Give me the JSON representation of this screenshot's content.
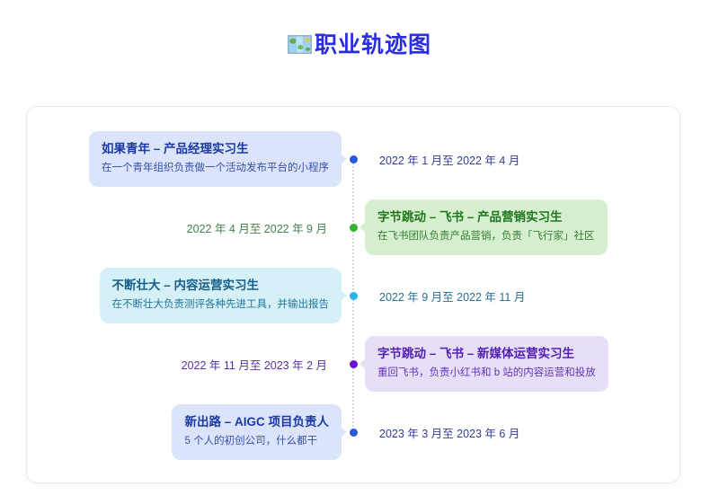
{
  "page": {
    "title": "职业轨迹图",
    "title_icon": "world-map",
    "accent_color": "#2a2ee0"
  },
  "timeline": {
    "entries": [
      {
        "side": "left",
        "theme": "blue",
        "title": "如果青年 – 产品经理实习生",
        "description": "在一个青年组织负责做一个活动发布平台的小程序",
        "date": "2022 年 1 月至 2022 年 4 月",
        "colors": {
          "card_bg": "#dbe4fb",
          "title": "#1c3aa5",
          "description": "#3a51a8",
          "dot": "#2d55e2",
          "date": "#333c99"
        }
      },
      {
        "side": "right",
        "theme": "green",
        "title": "字节跳动 – 飞书 – 产品营销实习生",
        "description": "在飞书团队负责产品营销，负责「飞行家」社区",
        "date": "2022 年 4 月至 2022 年 9 月",
        "colors": {
          "card_bg": "#d6efcf",
          "title": "#20761f",
          "description": "#367e36",
          "dot": "#32b432",
          "date": "#44804b"
        }
      },
      {
        "side": "left",
        "theme": "cyan",
        "title": "不断壮大 – 内容运营实习生",
        "description": "在不断壮大负责测评各种先进工具，并输出报告",
        "date": "2022 年 9 月至 2022 年 11 月",
        "colors": {
          "card_bg": "#d6f0f8",
          "title": "#145f88",
          "description": "#21789b",
          "dot": "#29b2e6",
          "date": "#276f90"
        }
      },
      {
        "side": "right",
        "theme": "purple",
        "title": "字节跳动 – 飞书 – 新媒体运营实习生",
        "description": "重回飞书，负责小红书和 b 站的内容运营和投放",
        "date": "2022 年 11 月至 2023 年 2 月",
        "colors": {
          "card_bg": "#e7def8",
          "title": "#531fb3",
          "description": "#6134bc",
          "dot": "#6a13d8",
          "date": "#58309f"
        }
      },
      {
        "side": "left",
        "theme": "blue",
        "title": "新出路 – AIGC 项目负责人",
        "description": "5 个人的初创公司，什么都干",
        "date": "2023 年 3 月至 2023 年 6 月",
        "colors": {
          "card_bg": "#dbe4fb",
          "title": "#1c3aa5",
          "description": "#3a51a8",
          "dot": "#2d55e2",
          "date": "#333c99"
        }
      }
    ]
  }
}
